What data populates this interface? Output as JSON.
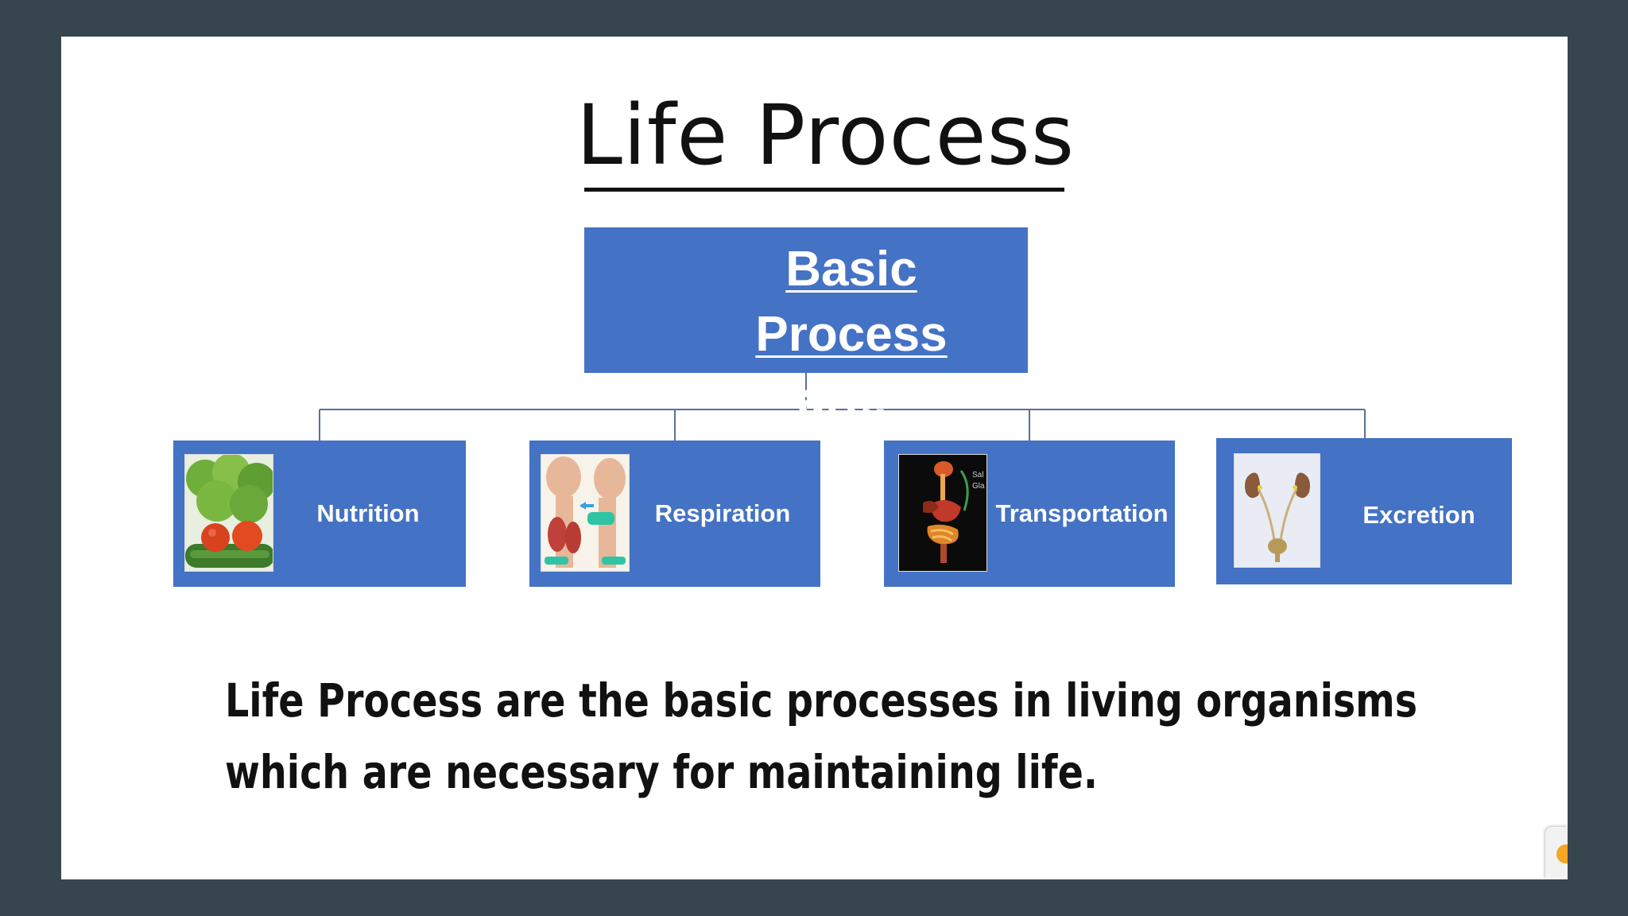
{
  "slide": {
    "title": "Life Process",
    "root": {
      "label_line1": "Basic Process",
      "label_line2": "are:-"
    },
    "children": [
      {
        "label": "Nutrition",
        "image": "vegetables-image"
      },
      {
        "label": "Respiration",
        "image": "respiratory-system-image"
      },
      {
        "label": "Transportation",
        "image": "digestive-circulatory-image"
      },
      {
        "label": "Excretion",
        "image": "kidney-urinary-image"
      }
    ],
    "description": "Life Process are the basic processes in living organisms which are necessary for maintaining life."
  },
  "colors": {
    "background": "#37454f",
    "box_fill": "#4472c4",
    "connector": "#5a6f9a",
    "text_dark": "#111111"
  }
}
